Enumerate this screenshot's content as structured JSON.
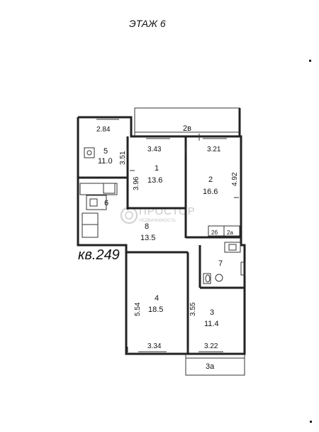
{
  "floor_title": "ЭТАЖ 6",
  "apartment_label": "кв.249",
  "rooms": [
    {
      "id": "1",
      "number": "1",
      "area": "13.6"
    },
    {
      "id": "2",
      "number": "2",
      "area": "16.6"
    },
    {
      "id": "3",
      "number": "3",
      "area": "11.4"
    },
    {
      "id": "4",
      "number": "4",
      "area": "18.5"
    },
    {
      "id": "5",
      "number": "5",
      "area": "11.0"
    },
    {
      "id": "6",
      "number": "6",
      "area": ""
    },
    {
      "id": "7",
      "number": "7",
      "area": ""
    },
    {
      "id": "8",
      "number": "8",
      "area": "13.5"
    }
  ],
  "balconies": [
    {
      "id": "2v",
      "label": "2в"
    },
    {
      "id": "3a",
      "label": "3а"
    },
    {
      "id": "2b",
      "label": "2б"
    },
    {
      "id": "2a",
      "label": "2а"
    }
  ],
  "dimensions": [
    {
      "id": "d-2-84",
      "value": "2.84"
    },
    {
      "id": "d-3-51",
      "value": "3.51"
    },
    {
      "id": "d-3-43",
      "value": "3.43"
    },
    {
      "id": "d-3-21",
      "value": "3.21"
    },
    {
      "id": "d-3-96",
      "value": "3.96"
    },
    {
      "id": "d-4-92",
      "value": "4.92"
    },
    {
      "id": "d-5-54",
      "value": "5.54"
    },
    {
      "id": "d-3-55",
      "value": "3.55"
    },
    {
      "id": "d-3-34",
      "value": "3.34"
    },
    {
      "id": "d-3-22",
      "value": "3.22"
    }
  ],
  "watermark": {
    "main": "ПРОСТОР",
    "sub": "НЕДВИЖИМОСТЬ"
  }
}
